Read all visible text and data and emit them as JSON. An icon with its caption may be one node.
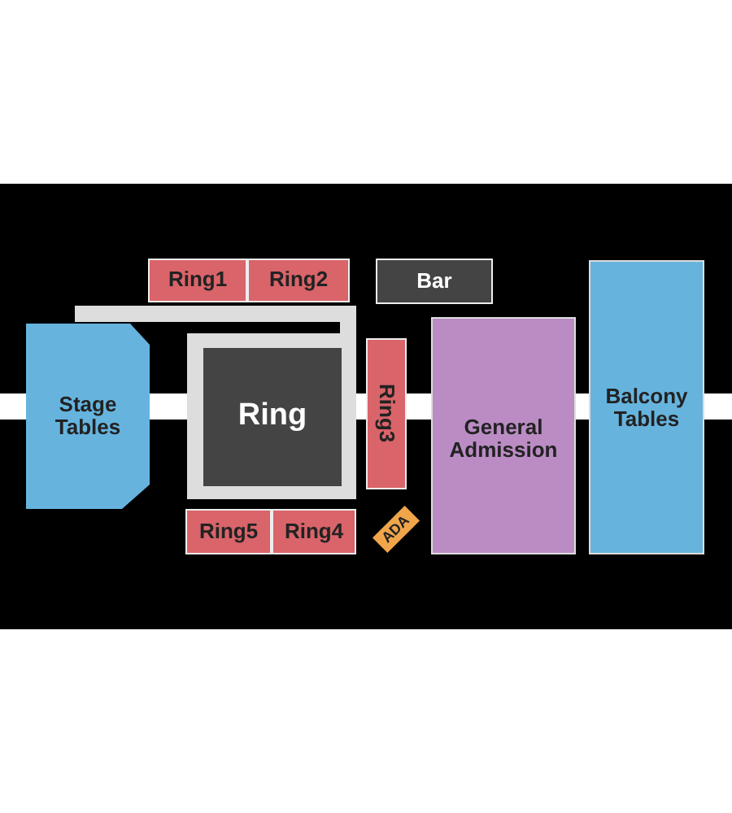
{
  "diagram": {
    "nodes": [
      {
        "text": [
          "Ring1"
        ]
      },
      {
        "text": [
          "Ring2"
        ]
      },
      {
        "text": [
          "Bar"
        ]
      },
      {
        "text": [
          "Balcony Tables"
        ]
      },
      {
        "text": [
          "Stage Tables"
        ]
      },
      {
        "text": [
          "Ring"
        ]
      },
      {
        "text": [
          "Ring3"
        ]
      },
      {
        "text": [
          "General Admission"
        ]
      },
      {
        "text": [
          "Ring5"
        ]
      },
      {
        "text": [
          "Ring4"
        ]
      },
      {
        "text": [
          "ADA"
        ]
      }
    ]
  }
}
